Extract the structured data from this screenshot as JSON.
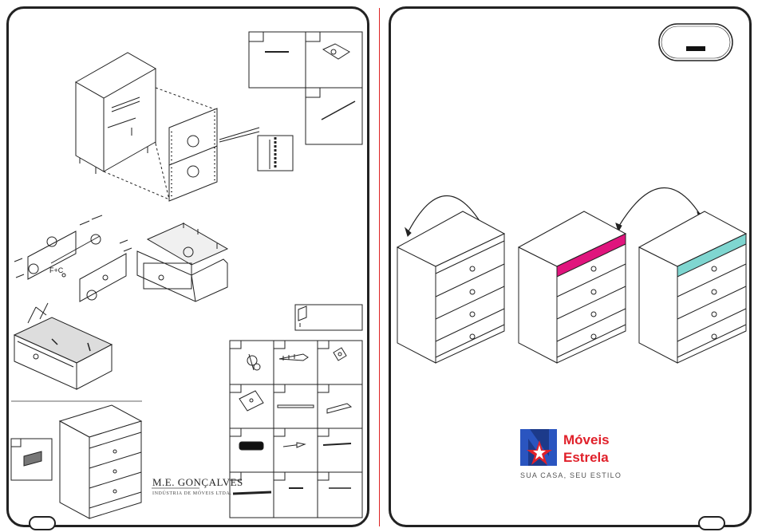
{
  "manufacturer": {
    "name": "M.E. GONÇALVES",
    "subtitle": "INDÚSTRIA DE MÓVEIS LTDA."
  },
  "hardware_labels": {
    "fc": "F+C"
  },
  "brand": {
    "name_line1": "Móveis",
    "name_line2": "Estrela",
    "tagline": "SUA CASA, SEU ESTILO"
  },
  "colors": {
    "accent_divider": "#dd2222",
    "variant_magenta": "#e0157d",
    "variant_teal": "#7fd6d0",
    "logo_red": "#e0202a",
    "logo_blue": "#1c3a8a"
  }
}
